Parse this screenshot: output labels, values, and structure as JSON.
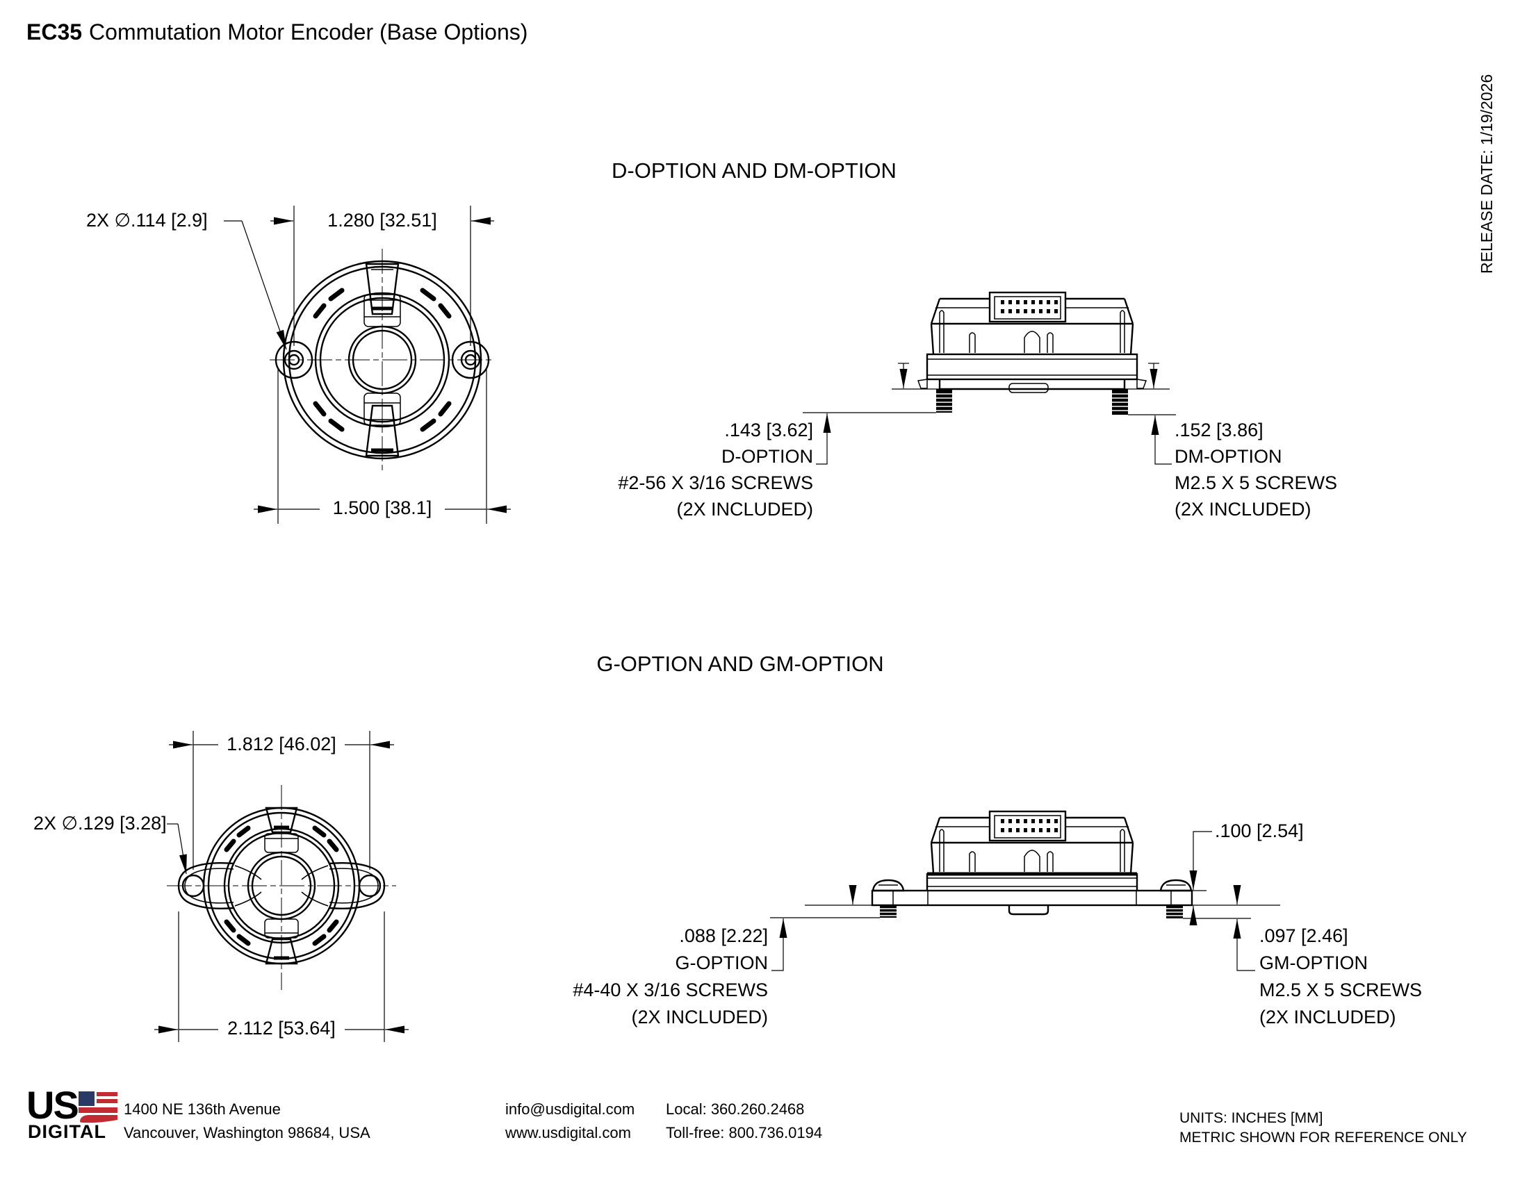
{
  "header": {
    "product": "EC35",
    "title_rest": "Commutation Motor Encoder (Base Options)",
    "release_date": "RELEASE DATE: 1/19/2026"
  },
  "sections": {
    "d": {
      "heading": "D-OPTION AND DM-OPTION",
      "front": {
        "dim_top": "1.280 [32.51]",
        "dim_bottom": "1.500 [38.1]",
        "holes_label": "2X ∅.114 [2.9]"
      },
      "left_callout": {
        "dim": ".143 [3.62]",
        "option": "D-OPTION",
        "screws": "#2-56 X 3/16 SCREWS",
        "included": "(2X INCLUDED)"
      },
      "right_callout": {
        "dim": ".152 [3.86]",
        "option": "DM-OPTION",
        "screws": "M2.5 X 5 SCREWS",
        "included": "(2X INCLUDED)"
      }
    },
    "g": {
      "heading": "G-OPTION AND GM-OPTION",
      "front": {
        "dim_top": "1.812 [46.02]",
        "dim_bottom": "2.112 [53.64]",
        "holes_label": "2X ∅.129 [3.28]"
      },
      "flange_dim": ".100 [2.54]",
      "left_callout": {
        "dim": ".088 [2.22]",
        "option": "G-OPTION",
        "screws": "#4-40 X 3/16 SCREWS",
        "included": "(2X INCLUDED)"
      },
      "right_callout": {
        "dim": ".097 [2.46]",
        "option": "GM-OPTION",
        "screws": "M2.5 X 5 SCREWS",
        "included": "(2X INCLUDED)"
      }
    }
  },
  "footer": {
    "logo": {
      "line1": "US",
      "line2": "DIGITAL",
      "flag_blue": "#2a3a66",
      "flag_red": "#c12b31"
    },
    "address1": "1400 NE 136th Avenue",
    "address2": "Vancouver, Washington 98684, USA",
    "email": "info@usdigital.com",
    "website": "www.usdigital.com",
    "phone_local": "Local: 360.260.2468",
    "phone_tollfree": "Toll-free: 800.736.0194",
    "units1": "UNITS: INCHES [MM]",
    "units2": "METRIC SHOWN FOR REFERENCE ONLY"
  }
}
